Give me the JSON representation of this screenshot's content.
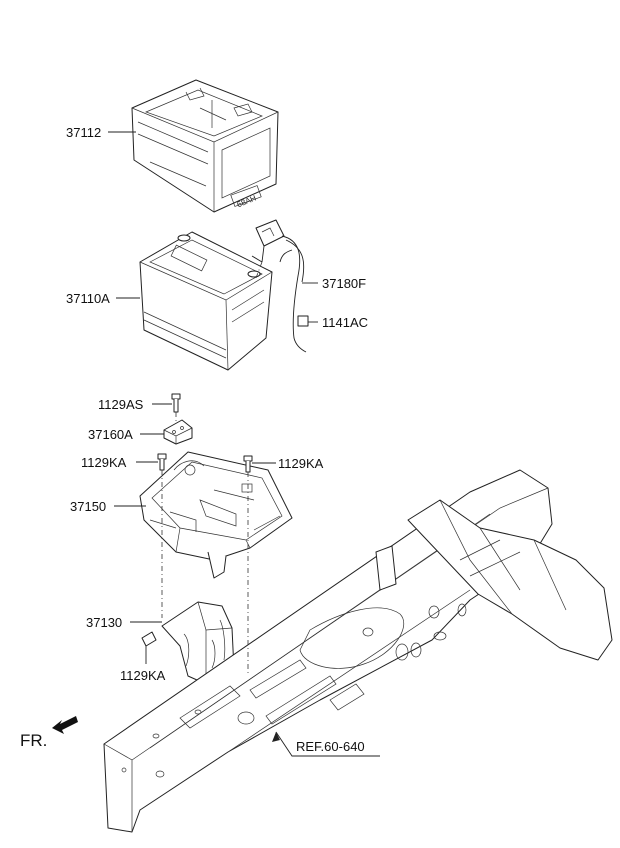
{
  "labels": {
    "battery_tray_cover": "37112",
    "battery": "37110A",
    "battery_cable": "37180F",
    "cable_bolt": "1141AC",
    "bolt_top": "1129AS",
    "clamp": "37160A",
    "bolt_left": "1129KA",
    "bolt_right": "1129KA",
    "tray": "37150",
    "bracket": "37130",
    "bolt_bottom": "1129KA",
    "reference": "REF.60-640",
    "front_marker": "FR."
  },
  "cover_stamp": "68AH"
}
